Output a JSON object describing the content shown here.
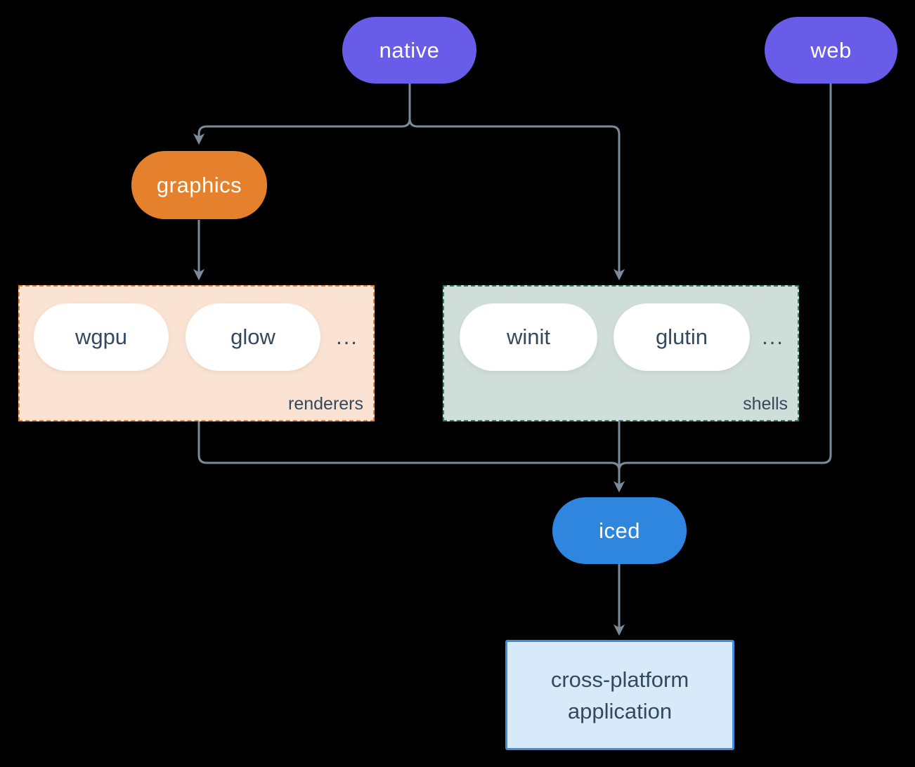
{
  "diagram": {
    "background": "#000000",
    "connector_color": "#7B8B9B",
    "nodes": {
      "native": {
        "label": "native",
        "color": "#695CE8"
      },
      "web": {
        "label": "web",
        "color": "#695CE8"
      },
      "graphics": {
        "label": "graphics",
        "color": "#E5802D"
      },
      "iced": {
        "label": "iced",
        "color": "#2E86DE"
      },
      "application": {
        "label": "cross-platform application",
        "bg": "#D8EAF9",
        "border": "#3E8EDD"
      }
    },
    "groups": {
      "renderers": {
        "label": "renderers",
        "items": [
          "wgpu",
          "glow"
        ],
        "ellipsis": "...",
        "bg": "#FAE3D2",
        "border": "#E5802D"
      },
      "shells": {
        "label": "shells",
        "items": [
          "winit",
          "glutin"
        ],
        "ellipsis": "...",
        "bg": "#CFDED9",
        "border": "#2E7D6A"
      }
    }
  }
}
